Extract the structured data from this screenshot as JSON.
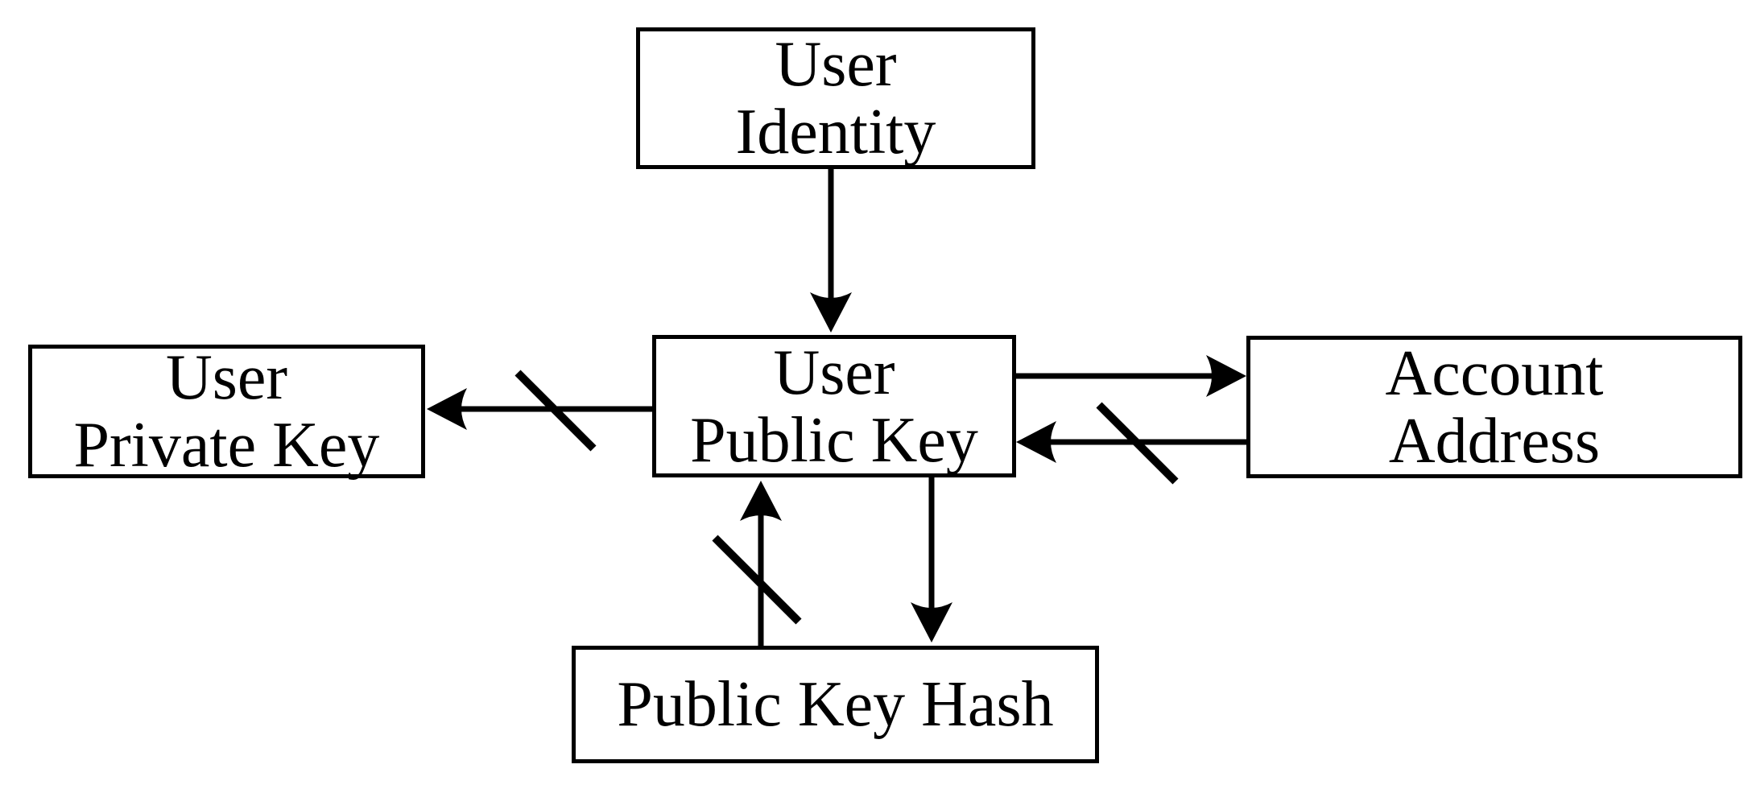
{
  "diagram": {
    "background_color": "#ffffff",
    "line_color": "#000000",
    "nodes": {
      "user_identity": {
        "line1": "User",
        "line2": "Identity"
      },
      "user_private_key": {
        "line1": "User",
        "line2": "Private Key"
      },
      "user_public_key": {
        "line1": "User",
        "line2": "Public Key"
      },
      "account_address": {
        "line1": "Account",
        "line2": "Address"
      },
      "public_key_hash": {
        "line1": "Public Key Hash"
      }
    },
    "edges": [
      {
        "from": "User Identity",
        "to": "User Public Key",
        "one_way_slash": false
      },
      {
        "from": "User Public Key",
        "to": "User Private Key",
        "one_way_slash": true
      },
      {
        "from": "User Public Key",
        "to": "Account Address",
        "one_way_slash": false
      },
      {
        "from": "Account Address",
        "to": "User Public Key",
        "one_way_slash": true
      },
      {
        "from": "User Public Key",
        "to": "Public Key Hash",
        "one_way_slash": false
      },
      {
        "from": "Public Key Hash",
        "to": "User Public Key",
        "one_way_slash": true
      }
    ]
  }
}
